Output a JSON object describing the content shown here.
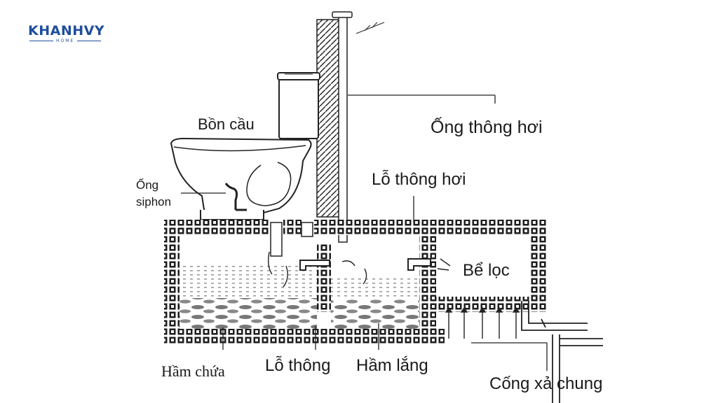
{
  "logo": {
    "brand": "KHANHVY",
    "sub": "HOME",
    "color": "#1f4e9c"
  },
  "labels": {
    "toilet": "Bồn cầu",
    "siphon_line1": "Ống",
    "siphon_line2": "siphon",
    "vent_pipe": "Ống thông hơi",
    "vent_hole": "Lỗ thông hơi",
    "filter_tank": "Bể lọc",
    "holding_chamber": "Hầm chứa",
    "connecting_hole": "Lỗ thông",
    "settling_chamber": "Hầm lắng",
    "common_drain": "Cống xả chung"
  }
}
